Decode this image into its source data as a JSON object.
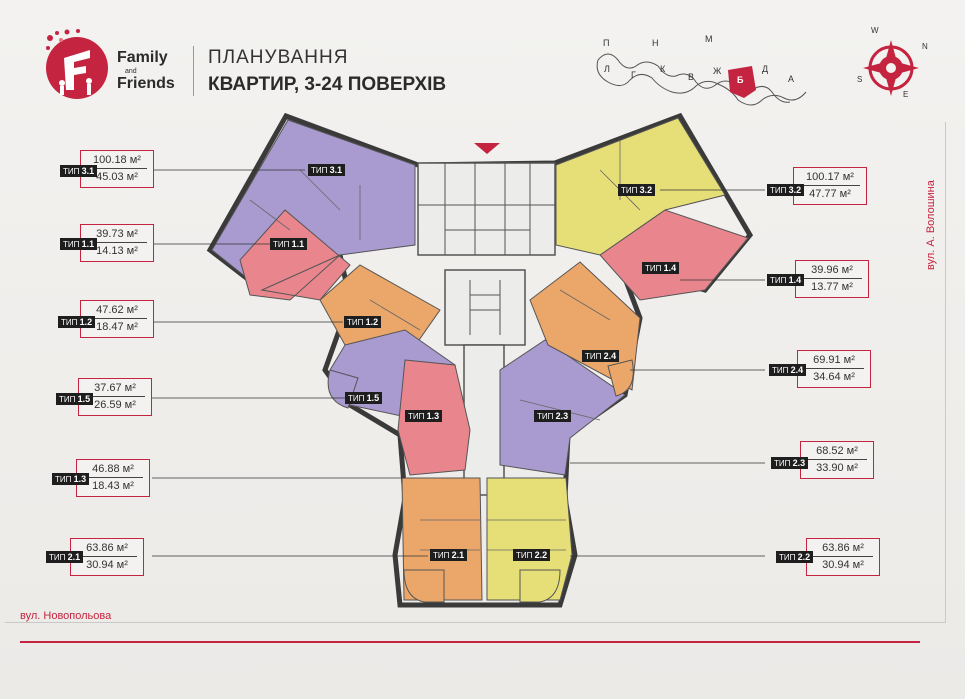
{
  "brand": {
    "line1": "Family",
    "line2": "and",
    "line3": "Friends"
  },
  "title": {
    "line1": "ПЛАНУВАННЯ",
    "line2": "КВАРТИР, 3-24 ПОВЕРХІВ"
  },
  "streets": {
    "bottom": "вул. Новопольова",
    "right": "вул. А. Волошина"
  },
  "section_letters": [
    "П",
    "Н",
    "М",
    "Л",
    "Г",
    "К",
    "В",
    "Ж",
    "Б",
    "Д",
    "А"
  ],
  "active_section": "Б",
  "compass": [
    "N",
    "E",
    "S",
    "W"
  ],
  "colors": {
    "accent": "#c4243f",
    "purple": "#a99ad0",
    "pink": "#e9868d",
    "orange": "#eba76a",
    "yellow": "#e6df78"
  },
  "apartments": [
    {
      "id": "l1",
      "tag": "ТИП",
      "num": "3.1",
      "total": "100.18 м²",
      "living": "45.03 м²"
    },
    {
      "id": "l2",
      "tag": "ТИП",
      "num": "1.1",
      "total": "39.73 м²",
      "living": "14.13 м²"
    },
    {
      "id": "l3",
      "tag": "ТИП",
      "num": "1.2",
      "total": "47.62 м²",
      "living": "18.47 м²"
    },
    {
      "id": "l4",
      "tag": "ТИП",
      "num": "1.5",
      "total": "37.67 м²",
      "living": "26.59 м²"
    },
    {
      "id": "l5",
      "tag": "ТИП",
      "num": "1.3",
      "total": "46.88 м²",
      "living": "18.43 м²"
    },
    {
      "id": "l6",
      "tag": "ТИП",
      "num": "2.1",
      "total": "63.86 м²",
      "living": "30.94 м²"
    },
    {
      "id": "r1",
      "tag": "ТИП",
      "num": "3.2",
      "total": "100.17 м²",
      "living": "47.77 м²"
    },
    {
      "id": "r2",
      "tag": "ТИП",
      "num": "1.4",
      "total": "39.96 м²",
      "living": "13.77 м²"
    },
    {
      "id": "r3",
      "tag": "ТИП",
      "num": "2.4",
      "total": "69.91 м²",
      "living": "34.64 м²"
    },
    {
      "id": "r4",
      "tag": "ТИП",
      "num": "2.3",
      "total": "68.52 м²",
      "living": "33.90 м²"
    },
    {
      "id": "r5",
      "tag": "ТИП",
      "num": "2.2",
      "total": "63.86 м²",
      "living": "30.94 м²"
    }
  ],
  "plan_labels": [
    {
      "tag": "ТИП",
      "num": "3.1"
    },
    {
      "tag": "ТИП",
      "num": "1.1"
    },
    {
      "tag": "ТИП",
      "num": "1.2"
    },
    {
      "tag": "ТИП",
      "num": "1.5"
    },
    {
      "tag": "ТИП",
      "num": "1.3"
    },
    {
      "tag": "ТИП",
      "num": "2.1"
    },
    {
      "tag": "ТИП",
      "num": "3.2"
    },
    {
      "tag": "ТИП",
      "num": "1.4"
    },
    {
      "tag": "ТИП",
      "num": "2.4"
    },
    {
      "tag": "ТИП",
      "num": "2.3"
    },
    {
      "tag": "ТИП",
      "num": "2.2"
    }
  ]
}
